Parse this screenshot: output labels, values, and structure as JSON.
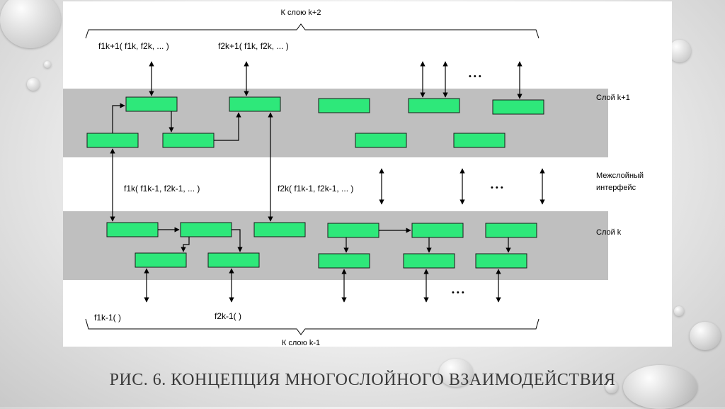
{
  "diagram": {
    "top_target": "К слою k+2",
    "bottom_target": "К слою k-1",
    "layer_upper": "Слой k+1",
    "interface_line1": "Межслойный",
    "interface_line2": "интерфейс",
    "layer_lower": "Слой k",
    "ellipsis": "• • •",
    "func_upper_1": "f1k+1( f1k, f2k, ... )",
    "func_upper_2": "f2k+1( f1k, f2k, ... )",
    "func_mid_1": "f1k( f1k-1, f2k-1, ... )",
    "func_mid_2": "f2k( f1k-1, f2k-1, ... )",
    "func_lower_1": "f1k-1( )",
    "func_lower_2": "f2k-1( )"
  },
  "caption": {
    "prefix": "Рис. 6.",
    "text": "Концепция многослойного взаимодействия"
  },
  "colors": {
    "band": "#bfbfbf",
    "block": "#2ee87a",
    "block_border": "#1a1a1a",
    "arrow": "#000000"
  }
}
